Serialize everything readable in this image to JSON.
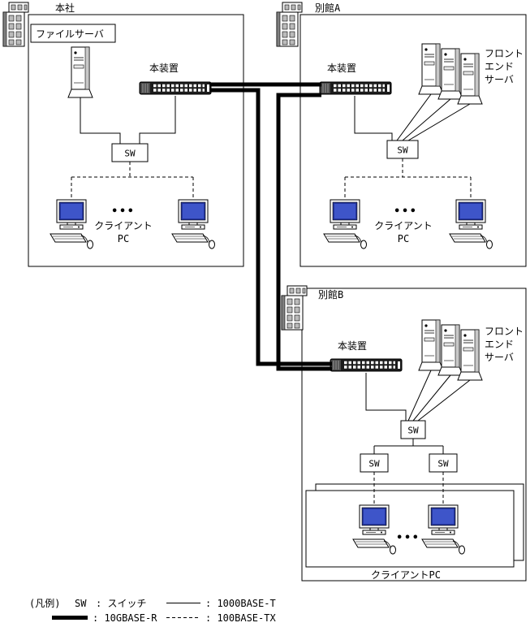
{
  "sites": {
    "head_office": {
      "name": "本社",
      "file_server_label": "ファイルサーバ",
      "device_label": "本装置",
      "sw_label": "SW",
      "dots": "•••",
      "client_label_line1": "クライアント",
      "client_label_line2": "PC"
    },
    "annex_a": {
      "name": "別館A",
      "device_label": "本装置",
      "frontend_label_line1": "フロント",
      "frontend_label_line2": "エンド",
      "frontend_label_line3": "サーバ",
      "sw_label": "SW",
      "dots": "•••",
      "client_label_line1": "クライアント",
      "client_label_line2": "PC"
    },
    "annex_b": {
      "name": "別館B",
      "device_label": "本装置",
      "frontend_label_line1": "フロント",
      "frontend_label_line2": "エンド",
      "frontend_label_line3": "サーバ",
      "sw_label_1": "SW",
      "sw_label_2": "SW",
      "sw_label_3": "SW",
      "dots": "•••",
      "client_label": "クライアントPC"
    }
  },
  "legend": {
    "title": "(凡例)",
    "sw_abbr": "SW",
    "sw_desc": ": スイッチ",
    "line_1000base_t": ": 1000BASE-T",
    "line_10gbase_r": ": 10GBASE-R",
    "line_100base_tx": ": 100BASE-TX"
  },
  "colors": {
    "line": "#000000",
    "screen_blue": "#24359e"
  }
}
